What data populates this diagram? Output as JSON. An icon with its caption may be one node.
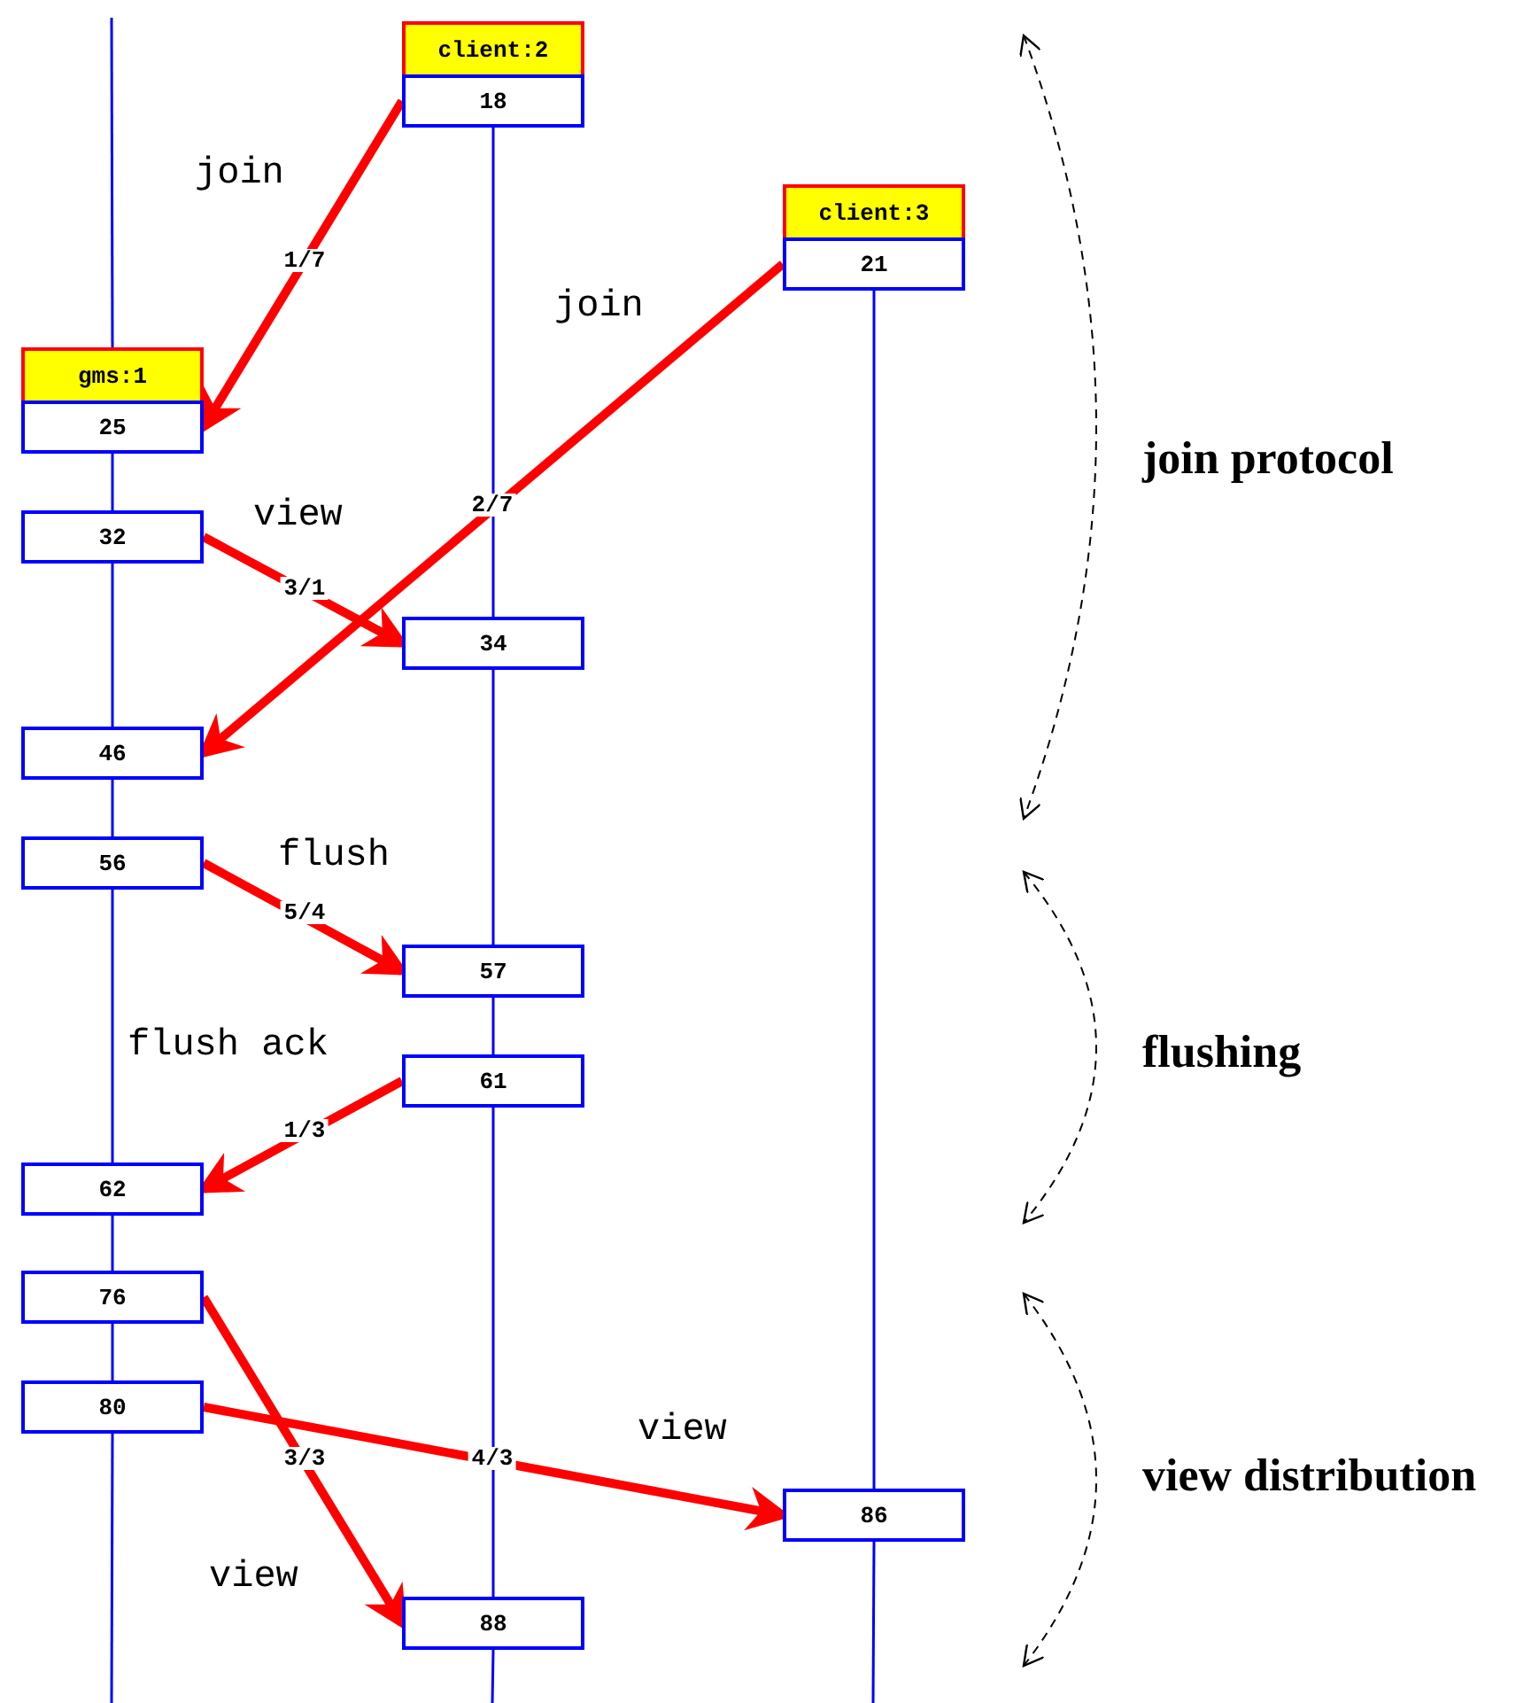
{
  "diagram": {
    "nodes": [
      {
        "text": [
          "client:2"
        ]
      },
      {
        "text": [
          "18"
        ]
      },
      {
        "text": [
          "client:3"
        ]
      },
      {
        "text": [
          "21"
        ]
      },
      {
        "text": [
          "gms:1"
        ]
      },
      {
        "text": [
          "25"
        ]
      },
      {
        "text": [
          "32"
        ]
      },
      {
        "text": [
          "34"
        ]
      },
      {
        "text": [
          "46"
        ]
      },
      {
        "text": [
          "56"
        ]
      },
      {
        "text": [
          "57"
        ]
      },
      {
        "text": [
          "61"
        ]
      },
      {
        "text": [
          "62"
        ]
      },
      {
        "text": [
          "76"
        ]
      },
      {
        "text": [
          "80"
        ]
      },
      {
        "text": [
          "86"
        ]
      },
      {
        "text": [
          "88"
        ]
      }
    ],
    "edges": [
      {
        "from": 1,
        "to": 5,
        "arrow": "to",
        "label": "1/7",
        "style": "thick",
        "color": "#ff0000"
      },
      {
        "from": 3,
        "to": 8,
        "arrow": "to",
        "label": "2/7",
        "style": "thick",
        "color": "#ff0000"
      },
      {
        "from": 6,
        "to": 7,
        "arrow": "to",
        "label": "3/1",
        "style": "thick",
        "color": "#ff0000"
      },
      {
        "from": 9,
        "to": 10,
        "arrow": "to",
        "label": "5/4",
        "style": "thick",
        "color": "#ff0000"
      },
      {
        "from": 11,
        "to": 12,
        "arrow": "to",
        "label": "1/3",
        "style": "thick",
        "color": "#ff0000"
      },
      {
        "from": 13,
        "to": 16,
        "arrow": "to",
        "label": "3/3",
        "style": "thick",
        "color": "#ff0000"
      },
      {
        "from": 14,
        "to": 15,
        "arrow": "to",
        "label": "4/3",
        "style": "thick",
        "color": "#ff0000"
      },
      {
        "from": null,
        "to": 4,
        "arrow": "none"
      },
      {
        "from": 5,
        "to": 6,
        "arrow": "none"
      },
      {
        "from": 6,
        "to": 8,
        "arrow": "none"
      },
      {
        "from": 8,
        "to": 9,
        "arrow": "none"
      },
      {
        "from": 9,
        "to": 12,
        "arrow": "none"
      },
      {
        "from": 12,
        "to": 13,
        "arrow": "none"
      },
      {
        "from": 13,
        "to": 14,
        "arrow": "none"
      },
      {
        "from": 14,
        "to": null,
        "arrow": "none"
      },
      {
        "from": 1,
        "to": 7,
        "arrow": "none"
      },
      {
        "from": 7,
        "to": 10,
        "arrow": "none"
      },
      {
        "from": 10,
        "to": 11,
        "arrow": "none"
      },
      {
        "from": 11,
        "to": 16,
        "arrow": "none"
      },
      {
        "from": 16,
        "to": null,
        "arrow": "none"
      },
      {
        "from": 3,
        "to": 15,
        "arrow": "none"
      },
      {
        "from": 15,
        "to": null,
        "arrow": "none"
      }
    ],
    "labels": [
      "join",
      "join",
      "join protocol",
      "view",
      "flush",
      "flush ack",
      "flushing",
      "view",
      "view distribution",
      "view"
    ]
  }
}
